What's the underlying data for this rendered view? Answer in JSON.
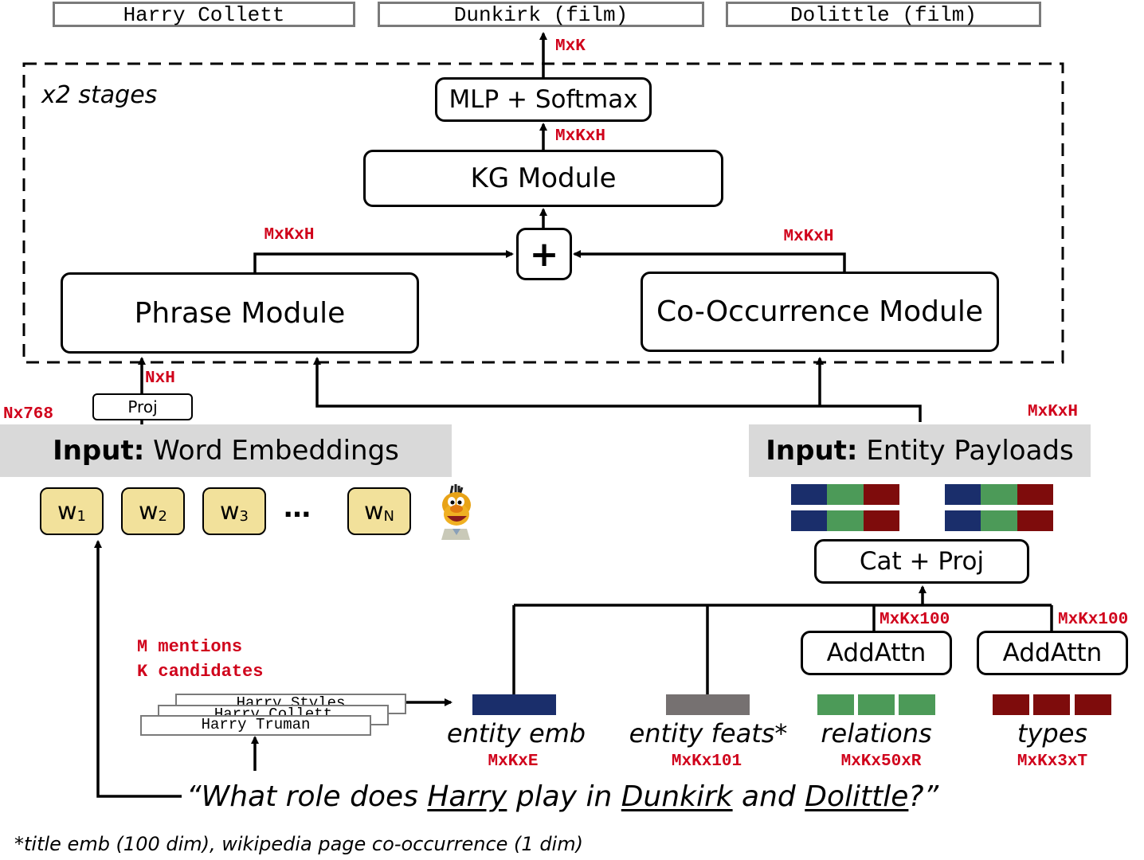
{
  "outputs": [
    "Harry Collett",
    "Dunkirk (film)",
    "Dolittle (film)"
  ],
  "stages_label": "x2 stages",
  "modules": {
    "mlp": "MLP + Softmax",
    "kg": "KG Module",
    "plus": "+",
    "phrase": "Phrase Module",
    "cooc": "Co-Occurrence Module",
    "proj": "Proj",
    "cat_proj": "Cat + Proj",
    "addattn_1": "AddAttn",
    "addattn_2": "AddAttn"
  },
  "dims": {
    "mlp_out": "MxK",
    "kg_out": "MxKxH",
    "phrase_out": "MxKxH",
    "cooc_out": "MxKxH",
    "proj_out": "NxH",
    "word_in": "Nx768",
    "entity_in": "MxKxH",
    "addattn_1_out": "MxKx100",
    "addattn_2_out": "MxKx100"
  },
  "inputs": {
    "word": {
      "bold": "Input:",
      "text": " Word Embeddings"
    },
    "entity": {
      "bold": "Input:",
      "text": " Entity Payloads"
    }
  },
  "words": [
    {
      "base": "w",
      "sub": "1"
    },
    {
      "base": "w",
      "sub": "2"
    },
    {
      "base": "w",
      "sub": "3"
    },
    {
      "base": "w",
      "sub": "N"
    }
  ],
  "ellipsis": "…",
  "mentions": {
    "line1": "M mentions",
    "line2": "K candidates"
  },
  "candidates": [
    "Harry Styles",
    "Harry Collett",
    "Harry Truman"
  ],
  "features": [
    {
      "label": "entity emb",
      "dim": "MxKxE"
    },
    {
      "label": "entity feats*",
      "dim": "MxKx101"
    },
    {
      "label": "relations",
      "dim": "MxKx50xR"
    },
    {
      "label": "types",
      "dim": "MxKx3xT"
    }
  ],
  "question": {
    "open": "“What role does ",
    "u1": "Harry",
    "mid1": " play in ",
    "u2": "Dunkirk",
    "mid2": " and ",
    "u3": "Dolittle",
    "close": "?”"
  },
  "footnote": "*title emb (100 dim), wikipedia page co-occurrence (1 dim)",
  "colors": {
    "dim_red": "#d0021b",
    "entity_emb": "#1a2e6b",
    "entity_feats": "#767171",
    "relations": "#4c9a58",
    "types": "#7e0c0c",
    "word_fill": "#f2e19b",
    "input_band": "#d9d9d9"
  }
}
